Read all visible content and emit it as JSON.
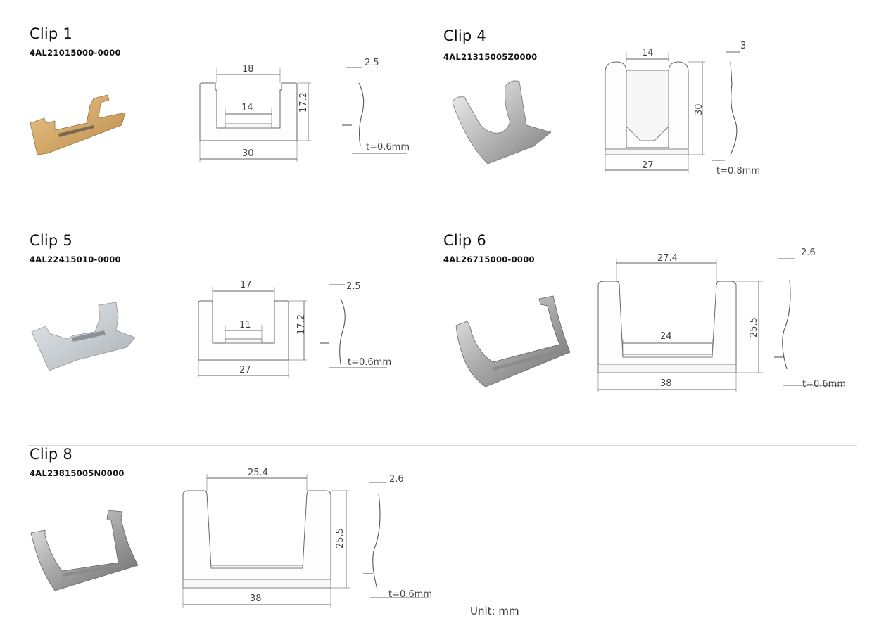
{
  "unit_label": "Unit: mm",
  "clips": [
    {
      "title": "Clip 1",
      "code": "4AL21015000-0000",
      "dims": {
        "top": "18",
        "inner": "14",
        "height": "17.2",
        "width": "30",
        "thick_top": "2.5",
        "thickness": "t=0.6mm"
      },
      "photo": "gold-zinc-clip-photo"
    },
    {
      "title": "Clip 4",
      "code": "4AL21315005Z0000",
      "dims": {
        "top": "14",
        "height": "30",
        "width": "27",
        "thick_top": "3",
        "thickness": "t=0.8mm"
      },
      "photo": "stainless-clip-photo"
    },
    {
      "title": "Clip 5",
      "code": "4AL22415010-0000",
      "dims": {
        "top": "17",
        "inner": "11",
        "height": "17.2",
        "width": "27",
        "thick_top": "2.5",
        "thickness": "t=0.6mm"
      },
      "photo": "zinc-clip-photo"
    },
    {
      "title": "Clip 6",
      "code": "4AL26715000-0000",
      "dims": {
        "top": "27.4",
        "inner": "24",
        "height": "25.5",
        "width": "38",
        "thick_top": "2.6",
        "thickness": "t=0.6mm"
      },
      "photo": "stainless-clip-photo"
    },
    {
      "title": "Clip 8",
      "code": "4AL23815005N0000",
      "dims": {
        "top": "25.4",
        "height": "25.5",
        "width": "38",
        "thick_top": "2.6",
        "thickness": "t=0.6mm"
      },
      "photo": "stainless-clip-photo"
    }
  ]
}
